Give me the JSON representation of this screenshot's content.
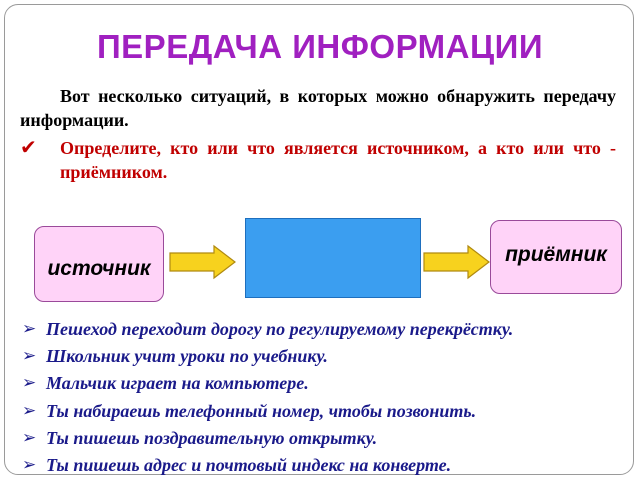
{
  "title": "ПЕРЕДАЧА ИНФОРМАЦИИ",
  "intro": "Вот несколько ситуаций, в которых можно обнаружить передачу информации.",
  "task": "Определите, кто или что является источником, а кто или что - приёмником.",
  "diagram": {
    "source_label": "источник",
    "receiver_label": "приёмник",
    "channel_color": "#3b9ef0",
    "box_color": "#ffd3f8",
    "arrow_color": "#f7d21e"
  },
  "situations": [
    "Пешеход переходит дорогу по регулируемому перекрёстку.",
    "Школьник учит уроки по учебнику.",
    "Мальчик играет на компьютере.",
    "Ты набираешь телефонный номер, чтобы позвонить.",
    "Ты пишешь поздравительную открытку.",
    "Ты пишешь адрес и почтовый индекс на конверте."
  ],
  "icons": {
    "task_marker": "checkmark-icon",
    "list_marker": "arrowhead-bullet-icon"
  },
  "colors": {
    "title": "#a020c0",
    "task": "#c00000",
    "list": "#1a1a8a"
  }
}
